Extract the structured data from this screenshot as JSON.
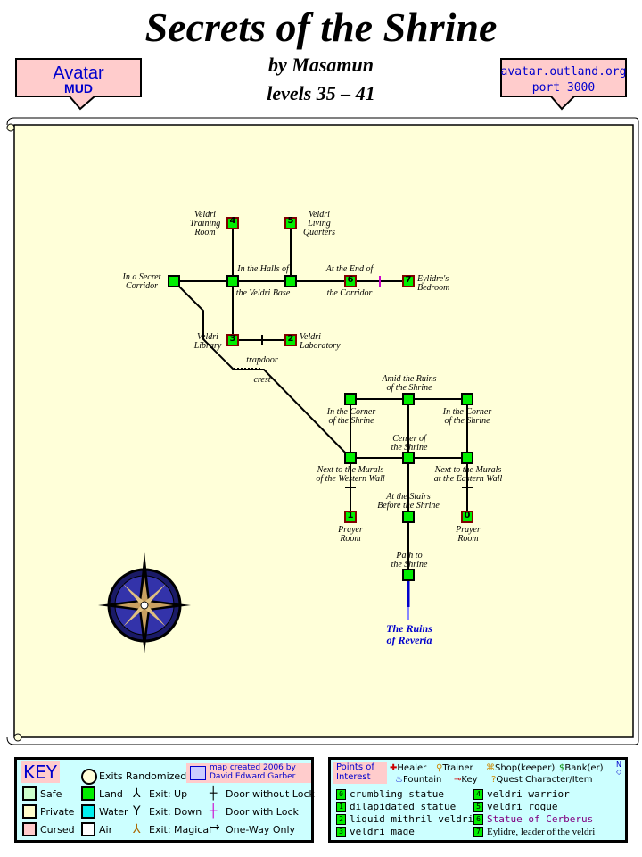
{
  "header": {
    "title": "Secrets of the Shrine",
    "byline": "by Masamun",
    "levels": "levels 35 – 41",
    "logo_line1": "Avatar",
    "logo_line2": "MUD",
    "server_line1": "avatar.outland.org",
    "server_line2": "port 3000"
  },
  "rooms": {
    "training": "Veldri\nTraining\nRoom",
    "living": "Veldri\nLiving\nQuarters",
    "secret": "In a Secret\nCorridor",
    "halls_a": "In the Halls of",
    "halls_b": "the Veldri Base",
    "end_a": "At the End of",
    "end_b": "the Corridor",
    "eylidre": "Eylidre's\nBedroom",
    "library": "Veldri\nLibrary",
    "laboratory": "Veldri\nLaboratory",
    "trapdoor": "trapdoor",
    "crest": "crest",
    "amid": "Amid the Ruins\nof the Shrine",
    "corner_w": "In the Corner\nof the Shrine",
    "corner_e": "In the Corner\nof the Shrine",
    "center": "Center of\nthe Shrine",
    "murals_w": "Next to the Murals\nof the Western Wall",
    "murals_e": "Next to the Murals\nat the Eastern Wall",
    "stairs": "At the Stairs\nBefore the Shrine",
    "prayer_w": "Prayer\nRoom",
    "prayer_e": "Prayer\nRoom",
    "path": "Path to\nthe Shrine",
    "ruins": "The Ruins\nof Reveria"
  },
  "room_numbers": {
    "n4": "4",
    "n5": "5",
    "n6": "6",
    "n7": "7",
    "n3": "3",
    "n2": "2",
    "n1": "1",
    "n0": "0"
  },
  "key": {
    "title": "KEY",
    "exits_random": "Exits Randomized",
    "credit1": "map created 2006 by",
    "credit2": "David Edward Garber",
    "safe": "Safe",
    "private": "Private",
    "cursed": "Cursed",
    "land": "Land",
    "water": "Water",
    "air": "Air",
    "exit_up": "Exit: Up",
    "exit_down": "Exit: Down",
    "exit_magical": "Exit: Magical",
    "door_nolock": "Door without Lock",
    "door_lock": "Door with Lock",
    "one_way": "One-Way Only"
  },
  "poi": {
    "title1": "Points of",
    "title2": "Interest",
    "healer": "Healer",
    "trainer": "Trainer",
    "shop": "Shop(keeper)",
    "bank": "Bank(er)",
    "fountain": "Fountain",
    "keyitem": "Key",
    "quest": "Quest Character/Item",
    "items": [
      {
        "n": "0",
        "t": "crumbling statue"
      },
      {
        "n": "1",
        "t": "dilapidated statue"
      },
      {
        "n": "2",
        "t": "liquid mithril veldri"
      },
      {
        "n": "3",
        "t": "veldri mage"
      },
      {
        "n": "4",
        "t": "veldri warrior"
      },
      {
        "n": "5",
        "t": "veldri rogue"
      },
      {
        "n": "6",
        "t": "Statue of Cerberus"
      },
      {
        "n": "7",
        "t": "Eylidre, leader of the veldri"
      }
    ]
  },
  "colors": {
    "parchment": "#ffffd9",
    "land": "#00ee00",
    "key_bg": "#ccffff",
    "logo_bg": "#ffcccc",
    "quest": "#800080",
    "ruins_link": "#0000cc"
  }
}
